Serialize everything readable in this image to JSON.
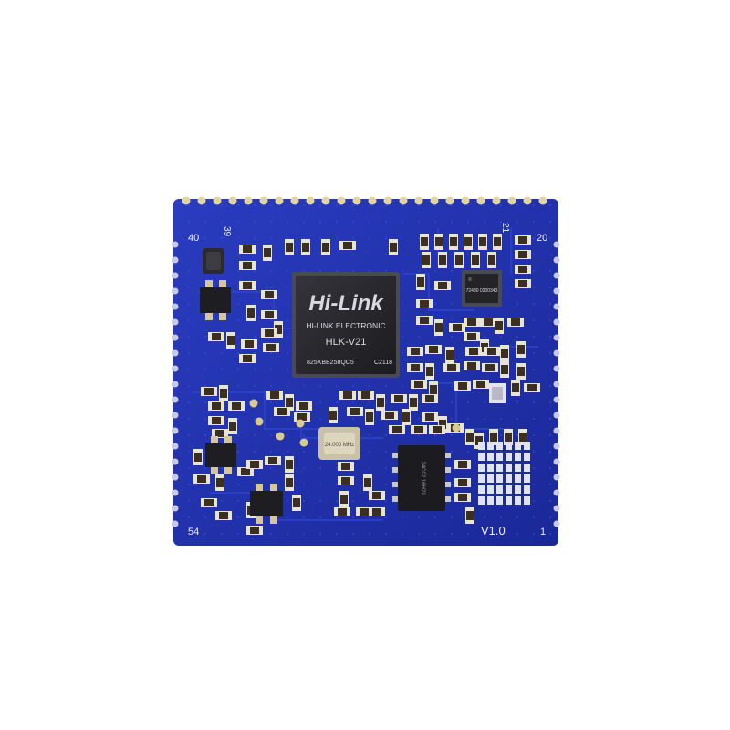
{
  "module": {
    "pin_labels": {
      "top_left": "40",
      "top_left_inner": "39",
      "top_right_inner": "21",
      "top_right": "20",
      "bottom_left": "54",
      "bottom_right": "1"
    },
    "version": "V1.0"
  },
  "main_chip": {
    "logo": "Hi-Link",
    "brand": "HI-LINK ELECTRONIC",
    "model": "HLK-V21",
    "code": "825XBB258QC5",
    "date": "C2118"
  },
  "small_chip_marking": "72430 0300343",
  "crystal_marking": "24.000 MHz",
  "eight_pin_chip_marking": "24C02 16H21",
  "colors": {
    "board": "#1f2fa8",
    "chip": "#2a2a30",
    "pad": "#d6c79a",
    "silk": "#eef0ff"
  }
}
